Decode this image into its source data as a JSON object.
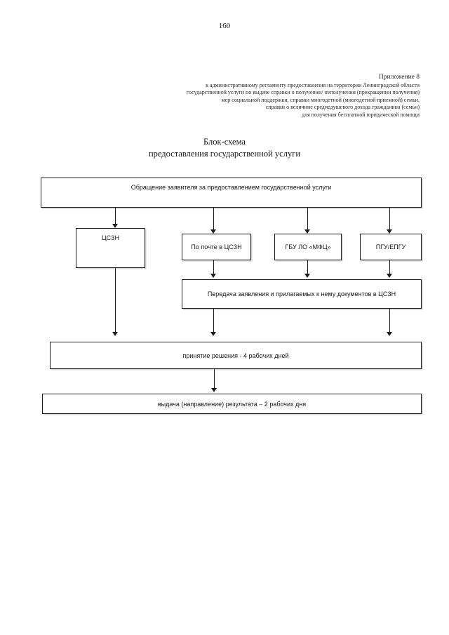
{
  "page": {
    "number": "160"
  },
  "appendix": {
    "title": "Приложение 8",
    "lines": [
      "к административному регламенту предоставления на территории Ленинградской области",
      "государственной услуги по  выдаче справки о получении/ неполучении (прекращении получения)",
      "мер социальной поддержки, справки многодетной (многодетной приемной) семьи,",
      "справки о величине среднедушевого дохода  гражданина (семьи)",
      "для получения бесплатной юридической помощи"
    ]
  },
  "title": {
    "line1": "Блок-схема",
    "line2": "предоставления государственной услуги"
  },
  "flowchart": {
    "type": "flowchart",
    "nodes": {
      "request": "Обращение заявителя за предоставлением государственной услуги",
      "cszn": "ЦСЗН",
      "mail": "По почте в ЦСЗН",
      "mfc": "ГБУ ЛО «МФЦ»",
      "pgu": "ПГУ/ЕПГУ",
      "transfer": "Передача заявления и прилагаемых к нему документов в ЦСЗН",
      "decision": "принятие  решения - 4 рабочих дней",
      "result": "выдача (направление) результата – 2 рабочих дня"
    }
  }
}
